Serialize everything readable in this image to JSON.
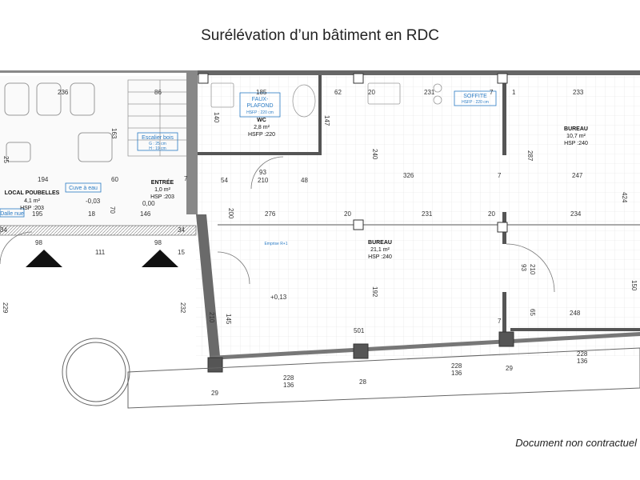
{
  "title": "Surélévation d’un bâtiment en RDC",
  "disclaimer": "Document non contractuel",
  "rooms": {
    "local_poubelles": {
      "name": "LOCAL POUBELLES",
      "area": "4,1 m²",
      "height": "HSP :203"
    },
    "entree": {
      "name": "ENTRÉE",
      "area": "1,0 m²",
      "height": "HSP :203"
    },
    "wc": {
      "name": "WC",
      "area": "2,8 m²",
      "height": "HSFP :220"
    },
    "bureau_large": {
      "name": "BUREAU",
      "area": "21,1 m²",
      "height": "HSP :240"
    },
    "bureau_small": {
      "name": "BUREAU",
      "area": "10,7 m²",
      "height": "HSP :240"
    }
  },
  "labels": {
    "cuve": "Cuve à eau",
    "dalle": "Dalle nue",
    "escalier": "Escalier bois",
    "escalier_g": "G : 25 cm",
    "escalier_h": "H : 19 cm",
    "faux_plafond_1": "FAUX-",
    "faux_plafond_2": "PLAFOND",
    "faux_plafond_h": "HSFP : 220 cm",
    "soffite": "SOFFITE",
    "soffite_h": "HSFP : 220 cm",
    "emprise": "Emprise R+1"
  },
  "dims": {
    "d236": "236",
    "d86": "86",
    "d163": "163",
    "d251": "25",
    "d194": "194",
    "d003": "-0,03",
    "d000": "0,00",
    "d18": "18",
    "d1955": "195",
    "d60": "60",
    "d70": "70",
    "d1465": "146",
    "d985a": "98",
    "d985b": "98",
    "d111": "111",
    "d34": "34",
    "d345": "34",
    "d15": "15",
    "d2295": "229",
    "d185": "185",
    "d140": "140",
    "d62": "62",
    "d20a": "20",
    "d2315": "231",
    "d1475": "147",
    "d75a": "7",
    "d75b": "7",
    "d233": "233",
    "d15b": "1",
    "d2405a": "240",
    "d3265": "326",
    "d2875": "287",
    "d247": "247",
    "d424": "424",
    "d54": "54",
    "d93a": "93",
    "d210a": "210",
    "d485": "48",
    "d75c": "7",
    "d2005": "200",
    "d2765": "276",
    "d20b": "20",
    "d20c": "20",
    "d2315b": "231",
    "d20d": "20",
    "d234": "234",
    "d93b": "93",
    "d210b": "210",
    "d1925": "192",
    "d013": "+0,13",
    "d232": "232",
    "d210c": "210",
    "d145": "145",
    "d655": "65",
    "d248": "248",
    "d1505": "150",
    "d5015": "501",
    "d7": "7",
    "d228a": "228",
    "d1365a": "136",
    "d228b": "228",
    "d1365b": "136",
    "d228c": "228",
    "d1365c": "136",
    "d295": "29",
    "d285": "28",
    "d29": "29"
  }
}
